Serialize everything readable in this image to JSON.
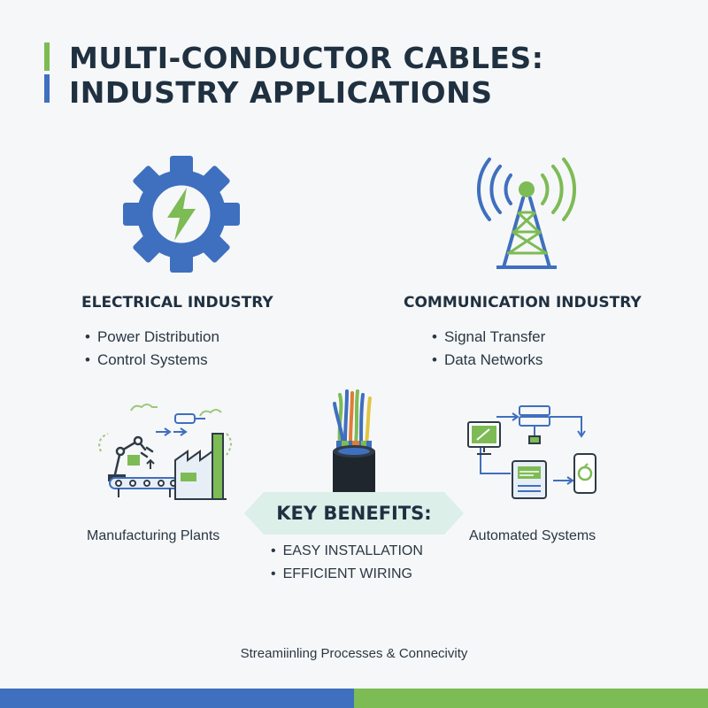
{
  "title": {
    "line1": "MULTI-CONDUCTOR CABLES:",
    "line2": "INDUSTRY APPLICATIONS"
  },
  "electrical": {
    "heading": "ELECTRICAL INDUSTRY",
    "items": [
      "Power Distribution",
      "Control Systems"
    ],
    "icon": "gear-lightning-icon"
  },
  "communication": {
    "heading": "COMMUNICATION INDUSTRY",
    "items": [
      "Signal Transfer",
      "Data Networks"
    ],
    "icon": "signal-tower-icon"
  },
  "manufacturing": {
    "caption": "Manufacturing Plants",
    "icon": "factory-robot-arm-icon"
  },
  "automated": {
    "caption": "Automated Systems",
    "icon": "network-devices-icon"
  },
  "cable": {
    "icon": "multi-conductor-cable-icon"
  },
  "benefits": {
    "title": "KEY BENEFITS:",
    "items": [
      "EASY INSTALLATION",
      "EFFICIENT WIRING"
    ]
  },
  "footer": {
    "text": "Streamiinling Processes & Connecivity"
  },
  "colors": {
    "blue": "#3f6fbf",
    "green": "#7dbb55",
    "navy": "#1f3040",
    "banner": "#dcefe9"
  }
}
